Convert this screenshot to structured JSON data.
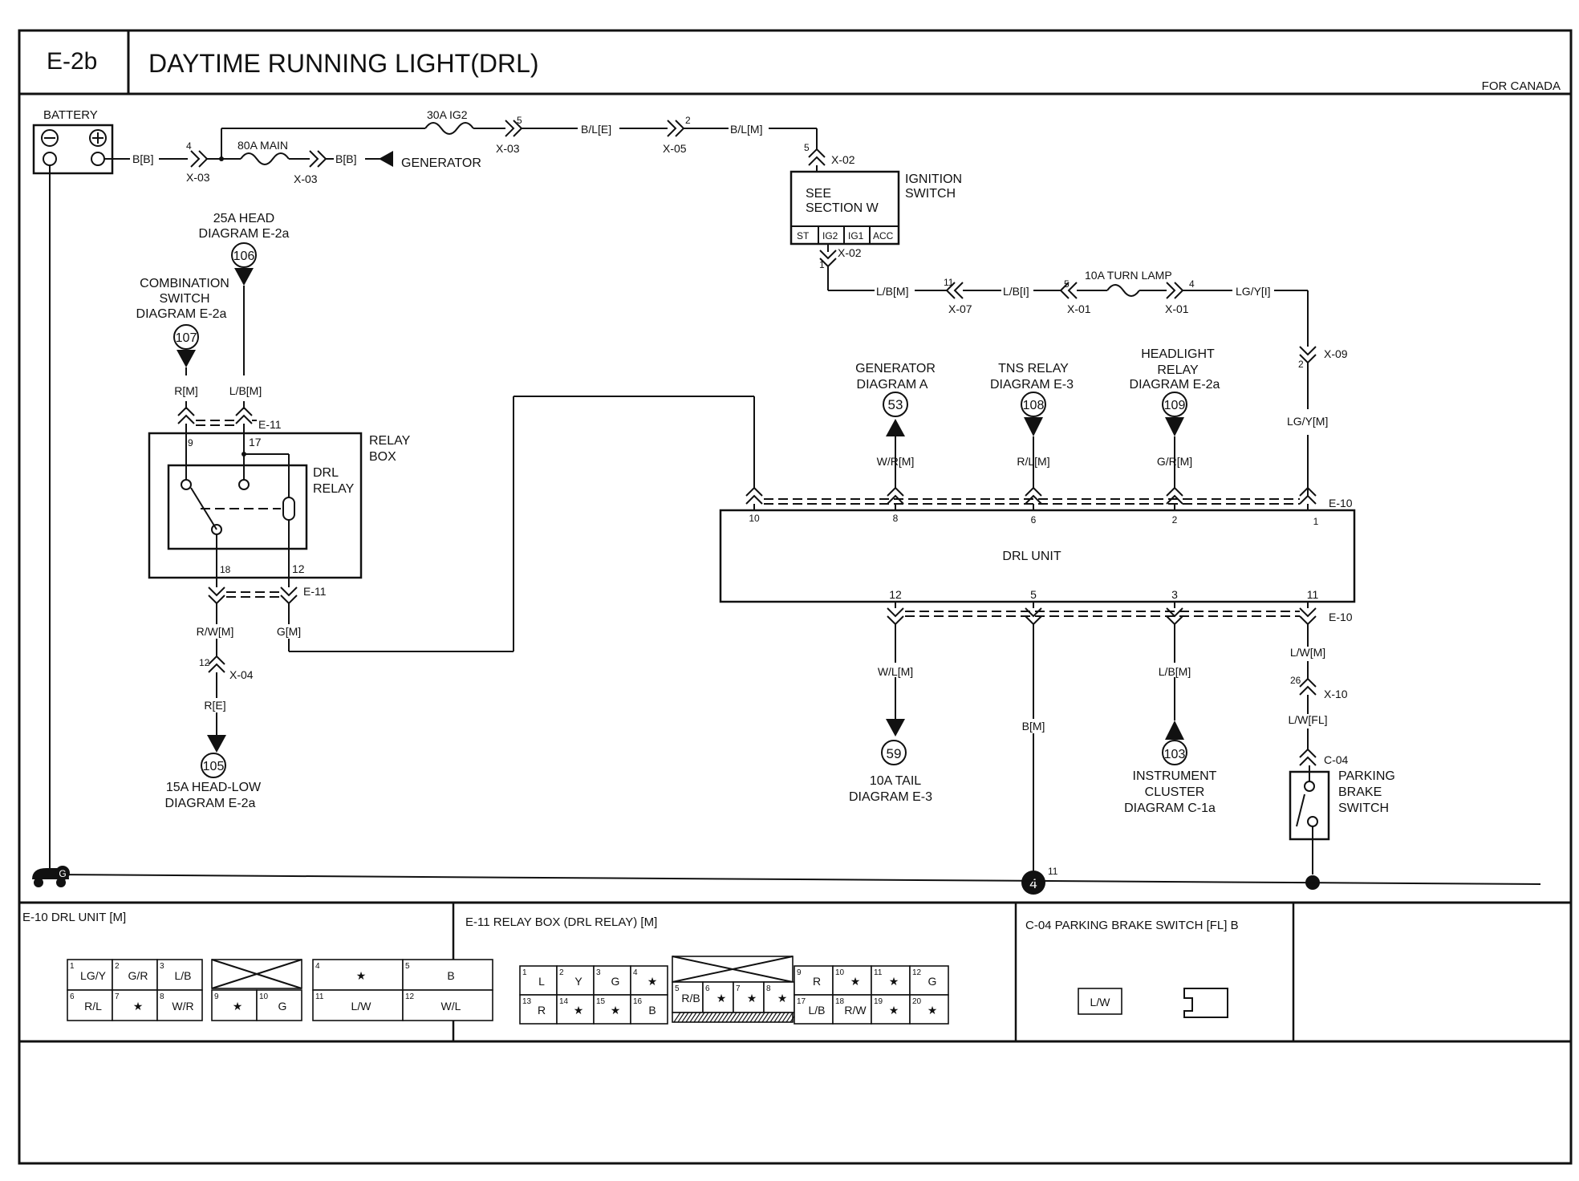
{
  "header": {
    "code": "E-2b",
    "title": "DAYTIME RUNNING LIGHT(DRL)",
    "region": "FOR CANADA"
  },
  "battery": {
    "label": "BATTERY",
    "wire": "B[B]",
    "pin": "4",
    "connector": "X-03"
  },
  "fuses": {
    "ig2": {
      "label": "30A IG2",
      "pin": "5",
      "connector": "X-03"
    },
    "main": {
      "label": "80A MAIN",
      "wire": "B[B]",
      "connector": "X-03"
    },
    "turn": {
      "label": "10A TURN LAMP"
    }
  },
  "generator": {
    "label": "GENERATOR"
  },
  "wires_top": {
    "bl_e": "B/L[E]",
    "x05_pin": "2",
    "x05": "X-05",
    "bl_m": "B/L[M]"
  },
  "ignition": {
    "label_1": "IGNITION",
    "label_2": "SWITCH",
    "see_1": "SEE",
    "see_2": "SECTION W",
    "terminals": [
      "ST",
      "IG2",
      "IG1",
      "ACC"
    ],
    "top_pin": "5",
    "top_conn": "X-02",
    "bot_pin": "1",
    "bot_conn": "X-02"
  },
  "turn_line": {
    "lb_m": "L/B[M]",
    "x07_pin": "11",
    "x07": "X-07",
    "lb_i": "L/B[I]",
    "x01_pin_in": "5",
    "x01a": "X-01",
    "x01_pin_out": "4",
    "x01b": "X-01",
    "lgy_i": "LG/Y[I]",
    "x09_pin": "2",
    "x09": "X-09",
    "lgy_m": "LG/Y[M]"
  },
  "left_refs": {
    "head25": {
      "line1": "25A HEAD",
      "line2": "DIAGRAM E-2a",
      "num": "106"
    },
    "combo": {
      "line1": "COMBINATION",
      "line2": "SWITCH",
      "line3": "DIAGRAM E-2a",
      "num": "107"
    },
    "head15": {
      "line1": "15A HEAD-LOW",
      "line2": "DIAGRAM E-2a",
      "num": "105"
    }
  },
  "relay": {
    "box_1": "RELAY",
    "box_2": "BOX",
    "drl_1": "DRL",
    "drl_2": "RELAY",
    "e11": "E-11",
    "e11b": "E-11",
    "pin9": "9",
    "pin17": "17",
    "pin18": "18",
    "pin12": "12",
    "w_rm": "R[M]",
    "w_lbm": "L/B[M]",
    "w_rwm": "R/W[M]",
    "w_gm": "G[M]",
    "x04_pin": "12",
    "x04": "X-04",
    "w_re": "R[E]"
  },
  "drl_unit": {
    "label": "DRL UNIT",
    "e10_top": "E-10",
    "e10_bot": "E-10",
    "top_pins": [
      "10",
      "8",
      "6",
      "2",
      "1"
    ],
    "bot_pins": [
      "12",
      "5",
      "3",
      "11"
    ]
  },
  "top_refs": {
    "gen": {
      "line1": "GENERATOR",
      "line2": "DIAGRAM A",
      "num": "53",
      "wire": "W/R[M]"
    },
    "tns": {
      "line1": "TNS RELAY",
      "line2": "DIAGRAM E-3",
      "num": "108",
      "wire": "R/L[M]"
    },
    "hl": {
      "line1": "HEADLIGHT",
      "line2": "RELAY",
      "line3": "DIAGRAM E-2a",
      "num": "109",
      "wire": "G/R[M]"
    }
  },
  "bottom_refs": {
    "tail": {
      "line1": "10A TAIL",
      "line2": "DIAGRAM E-3",
      "num": "59",
      "wire": "W/L[M]"
    },
    "ground_wire": "B[M]",
    "ground_num": "4",
    "ground_pin": "11",
    "cluster": {
      "line1": "INSTRUMENT",
      "line2": "CLUSTER",
      "line3": "DIAGRAM C-1a",
      "num": "103",
      "wire": "L/B[M]"
    },
    "park": {
      "w1": "L/W[M]",
      "x10_pin": "26",
      "x10": "X-10",
      "w2": "L/W[FL]",
      "conn": "C-04",
      "line1": "PARKING",
      "line2": "BRAKE",
      "line3": "SWITCH"
    }
  },
  "ground_symbol": "G",
  "connectors": {
    "e10": {
      "title": "E-10 DRL UNIT [M]",
      "left": [
        [
          "1",
          "LG/Y"
        ],
        [
          "2",
          "G/R"
        ],
        [
          "3",
          "L/B"
        ],
        [
          "6",
          "R/L"
        ],
        [
          "7",
          "★"
        ],
        [
          "8",
          "W/R"
        ]
      ],
      "mid": [
        [
          "9",
          "★"
        ],
        [
          "10",
          "G"
        ]
      ],
      "right": [
        [
          "4",
          "★"
        ],
        [
          "5",
          "B"
        ],
        [
          "11",
          "L/W"
        ],
        [
          "12",
          "W/L"
        ]
      ]
    },
    "e11": {
      "title": "E-11 RELAY BOX (DRL RELAY) [M]",
      "left": [
        [
          "1",
          "L"
        ],
        [
          "2",
          "Y"
        ],
        [
          "3",
          "G"
        ],
        [
          "4",
          "★"
        ],
        [
          "13",
          "R"
        ],
        [
          "14",
          "★"
        ],
        [
          "15",
          "★"
        ],
        [
          "16",
          "B"
        ]
      ],
      "mid": [
        [
          "5",
          "R/B"
        ],
        [
          "6",
          "★"
        ],
        [
          "7",
          "★"
        ],
        [
          "8",
          "★"
        ]
      ],
      "right": [
        [
          "9",
          "R"
        ],
        [
          "10",
          "★"
        ],
        [
          "11",
          "★"
        ],
        [
          "12",
          "G"
        ],
        [
          "17",
          "L/B"
        ],
        [
          "18",
          "R/W"
        ],
        [
          "19",
          "★"
        ],
        [
          "20",
          "★"
        ]
      ]
    },
    "c04": {
      "title": "C-04 PARKING BRAKE SWITCH [FL] B",
      "term": "L/W"
    }
  }
}
